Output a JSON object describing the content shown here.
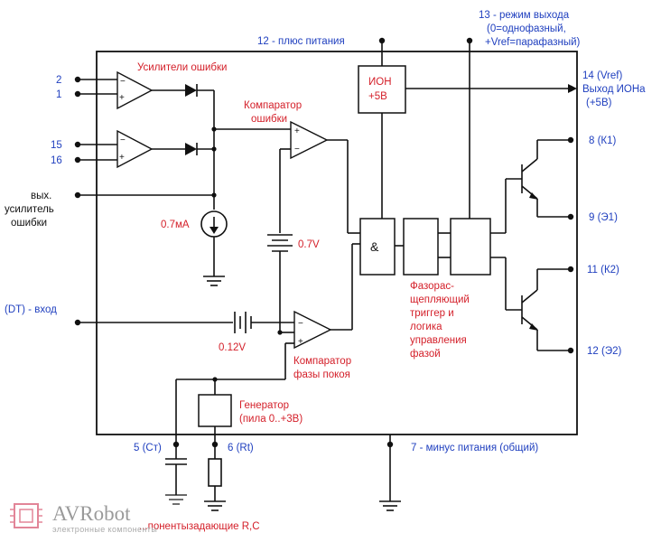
{
  "pins": {
    "in_2": "2",
    "in_1": "1",
    "in_15": "15",
    "in_16": "16",
    "feedback_line1": "вых.",
    "feedback_line2": "усилитель",
    "feedback_line3": "ошибки",
    "dt_input": "(DT) - вход",
    "plus_supply": "12 - плюс питания",
    "mode_line1": "13 - режим выхода",
    "mode_line2": "(0=однофазный,",
    "mode_line3": "+Vref=парафазный)",
    "vref_line1": "14 (Vref)",
    "vref_line2": "Выход ИОНа",
    "vref_line3": "(+5В)",
    "c1": "8 (К1)",
    "e1": "9 (Э1)",
    "c2": "11 (К2)",
    "e2": "12 (Э2)",
    "ct": "5 (Ст)",
    "rt": "6 (Rt)",
    "minus_supply": "7 - минус питания (общий)"
  },
  "blocks": {
    "error_amps": "Усилители ошибки",
    "err_comp_line1": "Компаратор",
    "err_comp_line2": "ошибки",
    "ion_line1": "ИОН",
    "ion_line2": "+5В",
    "current_source": "0.7мА",
    "offset_07": "0.7V",
    "offset_012": "0.12V",
    "and_gate": "&",
    "dt_comp_line1": "Компаратор",
    "dt_comp_line2": "фазы покоя",
    "gen_line1": "Генератор",
    "gen_line2": "(пила 0..+3В)",
    "logic_line1": "Фазорас-",
    "logic_line2": "щепляющий",
    "logic_line3": "триггер и",
    "logic_line4": "логика",
    "logic_line5": "управления",
    "logic_line6": "фазой",
    "timing_parts": "...понентызадающие R,C"
  },
  "logo": {
    "brand": "AVRobot",
    "tagline": "электронные компоненты"
  },
  "colors": {
    "pin_labels": "#1f3fbf",
    "block_labels": "#d4202a",
    "wires": "#111111"
  }
}
